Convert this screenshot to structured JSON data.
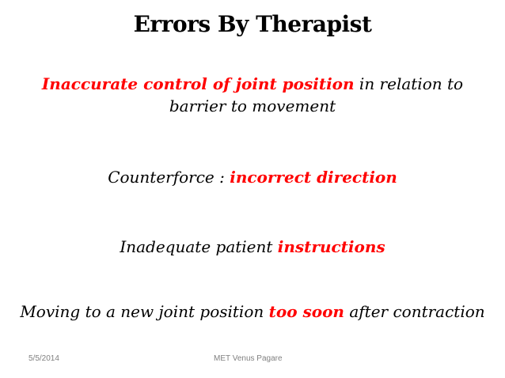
{
  "slide": {
    "title": "Errors By Therapist",
    "items": [
      {
        "emphasis": "Inaccurate control of joint position",
        "text": " in relation to barrier to movement"
      },
      {
        "lead": "Counterforce : ",
        "emphasis": "incorrect direction"
      },
      {
        "lead": "Inadequate patient ",
        "emphasis": "instructions"
      },
      {
        "lead": "Moving to a new joint position ",
        "emphasis": "too soon",
        "text": " after contraction"
      }
    ]
  },
  "footer": {
    "date": "5/5/2014",
    "author": "MET Venus Pagare"
  },
  "colors": {
    "emphasis": "#ff0000",
    "footer_text": "#808080",
    "body_text": "#000000",
    "background": "#ffffff"
  }
}
